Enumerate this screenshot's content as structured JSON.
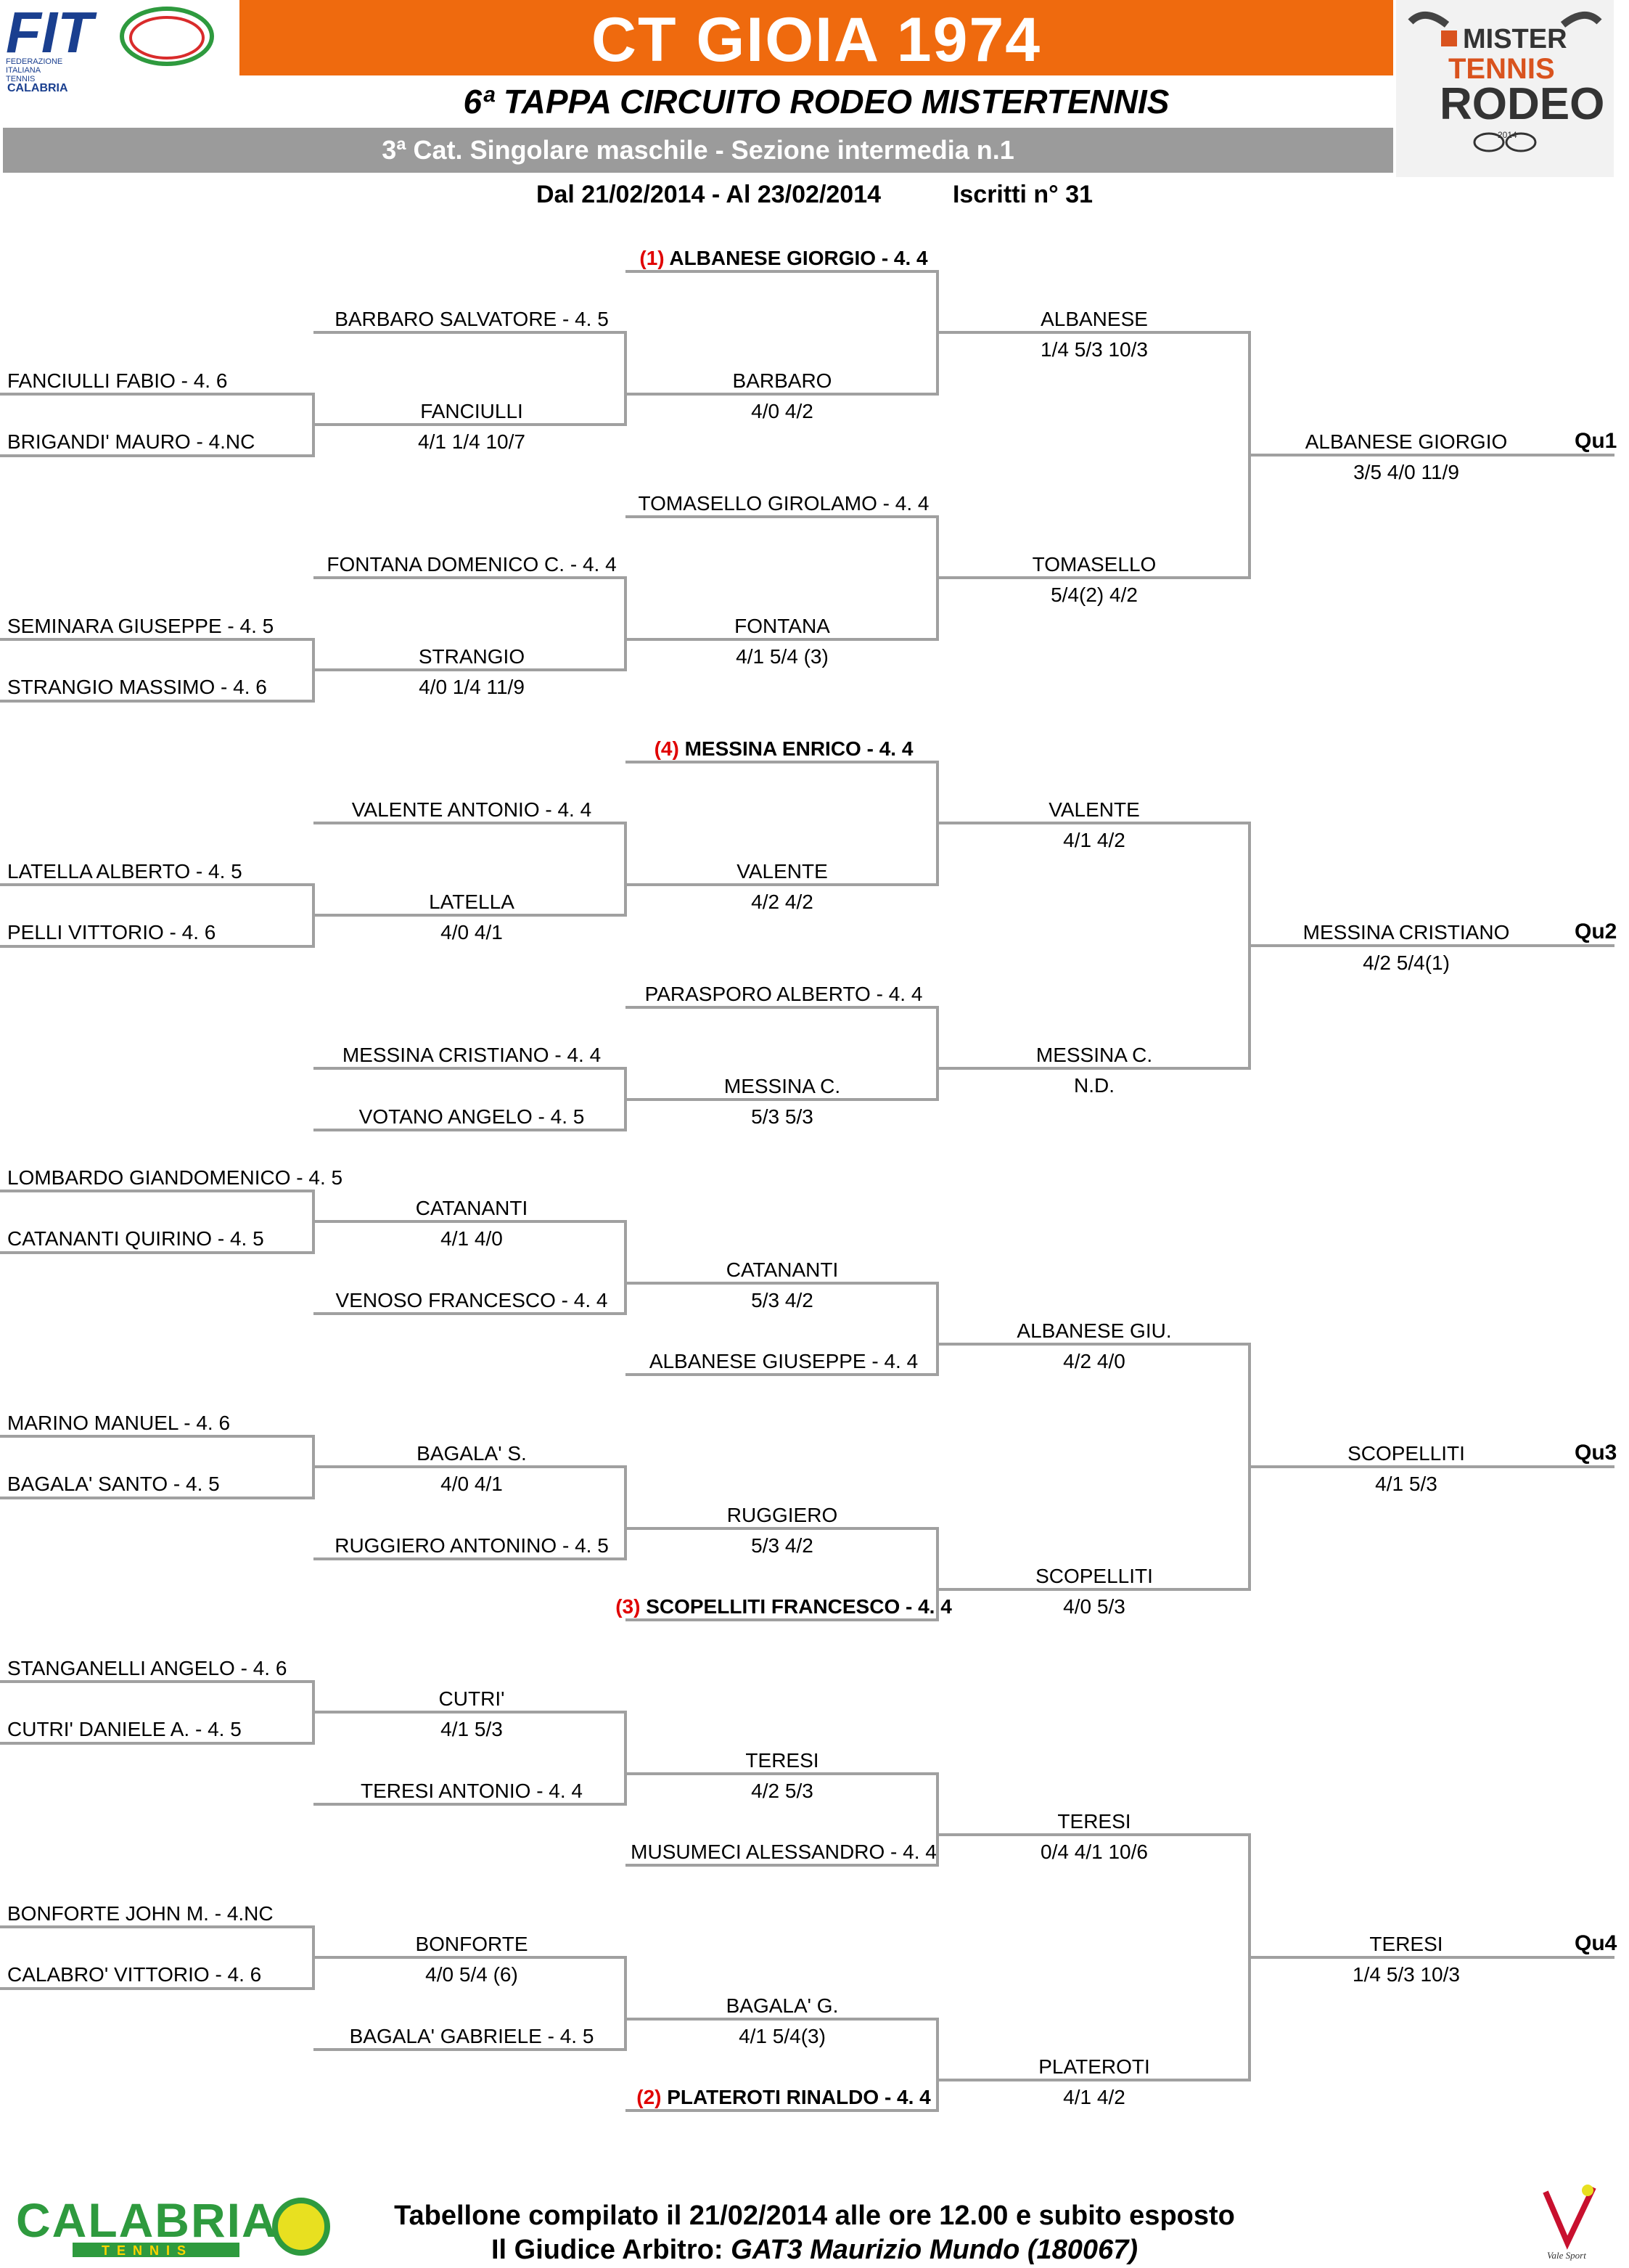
{
  "header": {
    "title": "CT GIOIA 1974",
    "subtitle": "6ª TAPPA CIRCUITO RODEO MISTERTENNIS",
    "category": "3ª Cat. Singolare maschile - Sezione intermedia n.1",
    "date_label": "Dal 21/02/2014 - Al 23/02/2014",
    "iscritti_label": "Iscritti n° 31",
    "fit_logo": {
      "main": "FIT",
      "line1": "FEDERAZIONE",
      "line2": "ITALIANA",
      "line3": "TENNIS",
      "region": "CALABRIA"
    },
    "rodeo_logo": {
      "line1": "MISTER",
      "line2": "TENNIS",
      "line3": "RODEO",
      "year": "2014"
    }
  },
  "draw": {
    "round1": [
      "FANCIULLI FABIO - 4. 6",
      "BRIGANDI' MAURO - 4.NC",
      "SEMINARA GIUSEPPE - 4. 5",
      "STRANGIO MASSIMO - 4. 6",
      "LATELLA ALBERTO - 4. 5",
      "PELLI VITTORIO - 4. 6",
      "LOMBARDO GIANDOMENICO - 4. 5",
      "CATANANTI QUIRINO - 4. 5",
      "MARINO MANUEL - 4. 6",
      "BAGALA' SANTO - 4. 5",
      "STANGANELLI ANGELO - 4. 6",
      "CUTRI' DANIELE A. - 4. 5",
      "BONFORTE JOHN M. - 4.NC",
      "CALABRO' VITTORIO - 4. 6"
    ],
    "round2_entries": [
      "BARBARO SALVATORE - 4. 5",
      "FONTANA DOMENICO C. - 4. 4",
      "VALENTE ANTONIO - 4. 4",
      "MESSINA CRISTIANO - 4. 4",
      "VOTANO ANGELO - 4. 5",
      "VENOSO FRANCESCO - 4. 4",
      "RUGGIERO ANTONINO - 4. 5",
      "TERESI ANTONIO - 4. 4",
      "BAGALA' GABRIELE - 4. 5"
    ],
    "round2_results": [
      {
        "winner": "FANCIULLI",
        "score": "4/1 1/4 10/7"
      },
      {
        "winner": "STRANGIO",
        "score": "4/0 1/4 11/9"
      },
      {
        "winner": "LATELLA",
        "score": "4/0 4/1"
      },
      {
        "winner": "CATANANTI",
        "score": "4/1 4/0"
      },
      {
        "winner": "BAGALA' S.",
        "score": "4/0 4/1"
      },
      {
        "winner": "CUTRI'",
        "score": "4/1 5/3"
      },
      {
        "winner": "BONFORTE",
        "score": "4/0 5/4 (6)"
      }
    ],
    "round3_entries": [
      {
        "seed": "(1)",
        "name": "ALBANESE GIORGIO - 4. 4"
      },
      {
        "seed": "",
        "name": "TOMASELLO GIROLAMO - 4. 4"
      },
      {
        "seed": "(4)",
        "name": "MESSINA ENRICO - 4. 4"
      },
      {
        "seed": "",
        "name": "PARASPORO ALBERTO - 4. 4"
      },
      {
        "seed": "",
        "name": "ALBANESE GIUSEPPE - 4. 4"
      },
      {
        "seed": "(3)",
        "name": "SCOPELLITI FRANCESCO - 4. 4"
      },
      {
        "seed": "",
        "name": "MUSUMECI ALESSANDRO - 4. 4"
      },
      {
        "seed": "(2)",
        "name": "PLATEROTI RINALDO - 4. 4"
      }
    ],
    "round3_results": [
      {
        "winner": "BARBARO",
        "score": "4/0 4/2"
      },
      {
        "winner": "FONTANA",
        "score": "4/1 5/4 (3)"
      },
      {
        "winner": "VALENTE",
        "score": "4/2 4/2"
      },
      {
        "winner": "MESSINA C.",
        "score": "5/3 5/3"
      },
      {
        "winner": "CATANANTI",
        "score": "5/3 4/2"
      },
      {
        "winner": "RUGGIERO",
        "score": "5/3 4/2"
      },
      {
        "winner": "TERESI",
        "score": "4/2 5/3"
      },
      {
        "winner": "BAGALA' G.",
        "score": "4/1 5/4(3)"
      }
    ],
    "round4_results": [
      {
        "winner": "ALBANESE",
        "score": "1/4 5/3 10/3"
      },
      {
        "winner": "TOMASELLO",
        "score": "5/4(2) 4/2"
      },
      {
        "winner": "VALENTE",
        "score": "4/1 4/2"
      },
      {
        "winner": "MESSINA C.",
        "score": "N.D."
      },
      {
        "winner": "ALBANESE GIU.",
        "score": "4/2 4/0"
      },
      {
        "winner": "SCOPELLITI",
        "score": "4/0 5/3"
      },
      {
        "winner": "TERESI",
        "score": "0/4 4/1 10/6"
      },
      {
        "winner": "PLATEROTI",
        "score": "4/1 4/2"
      }
    ],
    "qualifiers": [
      {
        "name": "ALBANESE GIORGIO",
        "score": "3/5 4/0 11/9",
        "tag": "Qu1"
      },
      {
        "name": "MESSINA CRISTIANO",
        "score": "4/2 5/4(1)",
        "tag": "Qu2"
      },
      {
        "name": "SCOPELLITI",
        "score": "4/1 5/3",
        "tag": "Qu3"
      },
      {
        "name": "TERESI",
        "score": "1/4 5/3 10/3",
        "tag": "Qu4"
      }
    ]
  },
  "footer": {
    "compiled": "Tabellone compilato il 21/02/2014 alle ore 12.00 e subito esposto",
    "referee_label": "Il Giudice Arbitro:",
    "referee_name": "GAT3 Maurizio Mundo (180067)",
    "calabria_logo": {
      "word": "CALABRIA",
      "sub": "TENNIS"
    },
    "vale_logo": "Vale Sport"
  }
}
